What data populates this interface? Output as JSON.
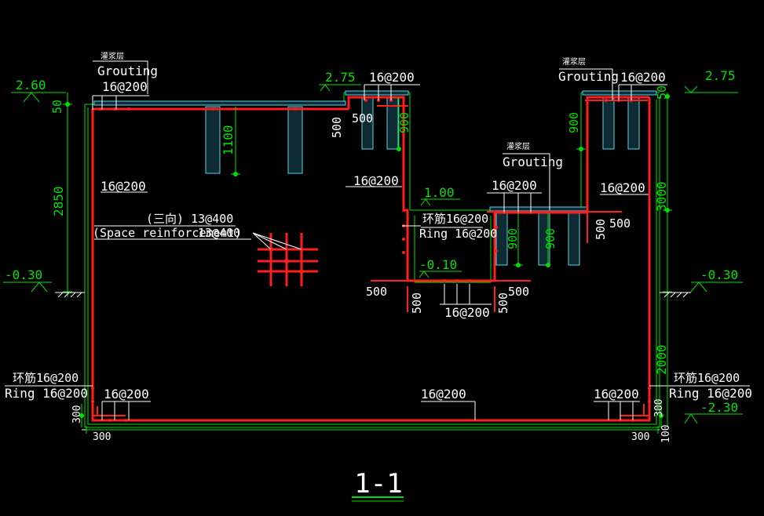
{
  "drawing_title": "1-1",
  "labels": {
    "grout_cn_left": "灌浆层",
    "grout_left": "Grouting",
    "grout_cn_right": "灌浆层",
    "grout_right": "Grouting",
    "grout_cn_mid": "灌浆层",
    "grout_mid": "Grouting",
    "space_cn": "(三向) 13@400",
    "space_en": "(Space reinforcement)",
    "space_overlap": "13@400",
    "ring_cn_left": "环筋16@200",
    "ring_left": "Ring 16@200",
    "ring_cn_right": "环筋16@200",
    "ring_right": "Ring 16@200",
    "ring_cn_mid": "环筋16@200",
    "ring_mid": "Ring 16@200"
  },
  "rebar": {
    "top_left": "16@200",
    "top_center": "16@200",
    "top_right": "16@200",
    "left_wall": "16@200",
    "step_wall": "16@200",
    "mid_right": "16@200",
    "mid_top": "16@200",
    "pit_bottom": "16@200",
    "bottom_left": "16@200",
    "bottom_center": "16@200",
    "bottom_right": "16@200"
  },
  "elevations": {
    "left_top": "2.60",
    "center_top": "2.75",
    "right_top": "2.75",
    "step": "1.00",
    "pit": "-0.10",
    "ground_left": "-0.30",
    "ground_right": "-0.30",
    "bottom": "-2.30"
  },
  "dims": {
    "d50_left": "50",
    "d2850": "2850",
    "d1100": "1100",
    "d500_a": "500",
    "d500_b": "500",
    "d900_a": "900",
    "d900_b": "900",
    "d900_c": "900",
    "d900_d": "900",
    "d3000": "3000",
    "d50_right": "50",
    "d500_c": "500",
    "d500_d": "500",
    "d500_e": "500",
    "d500_f": "500",
    "d500_g": "500",
    "d500_h": "500",
    "d2000": "2000",
    "d300_left": "300",
    "d300_right": "300",
    "d300_v_left": "300",
    "d300_v_right": "300",
    "d100": "100"
  },
  "colors": {
    "background": "#000000",
    "dimension": "#00e000",
    "rebar": "#ff1e1e",
    "grout": "#5ad2e6",
    "text": "#ffffff"
  }
}
